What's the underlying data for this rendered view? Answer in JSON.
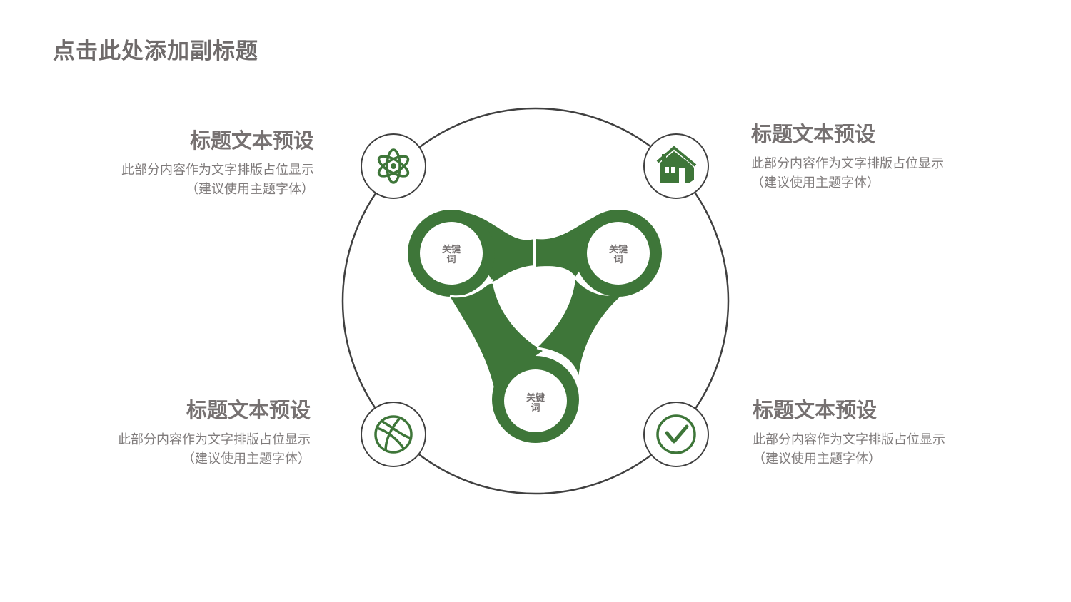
{
  "page": {
    "subtitle": "点击此处添加副标题"
  },
  "blocks": [
    {
      "title": "标题文本预设",
      "line1": "此部分内容作为文字排版占位显示",
      "line2": "（建议使用主题字体）",
      "icon": "atom-icon"
    },
    {
      "title": "标题文本预设",
      "line1": "此部分内容作为文字排版占位显示",
      "line2": "（建议使用主题字体）",
      "icon": "house-icon"
    },
    {
      "title": "标题文本预设",
      "line1": "此部分内容作为文字排版占位显示",
      "line2": "（建议使用主题字体）",
      "icon": "basketball-icon"
    },
    {
      "title": "标题文本预设",
      "line1": "此部分内容作为文字排版占位显示",
      "line2": "（建议使用主题字体）",
      "icon": "checkmark-icon"
    }
  ],
  "keywords": [
    {
      "top": "关键",
      "bottom": "词"
    },
    {
      "top": "关键",
      "bottom": "词"
    },
    {
      "top": "关键",
      "bottom": "词"
    }
  ],
  "colors": {
    "accent": "#3e7639",
    "ring": "#404040",
    "text": "#767171"
  }
}
